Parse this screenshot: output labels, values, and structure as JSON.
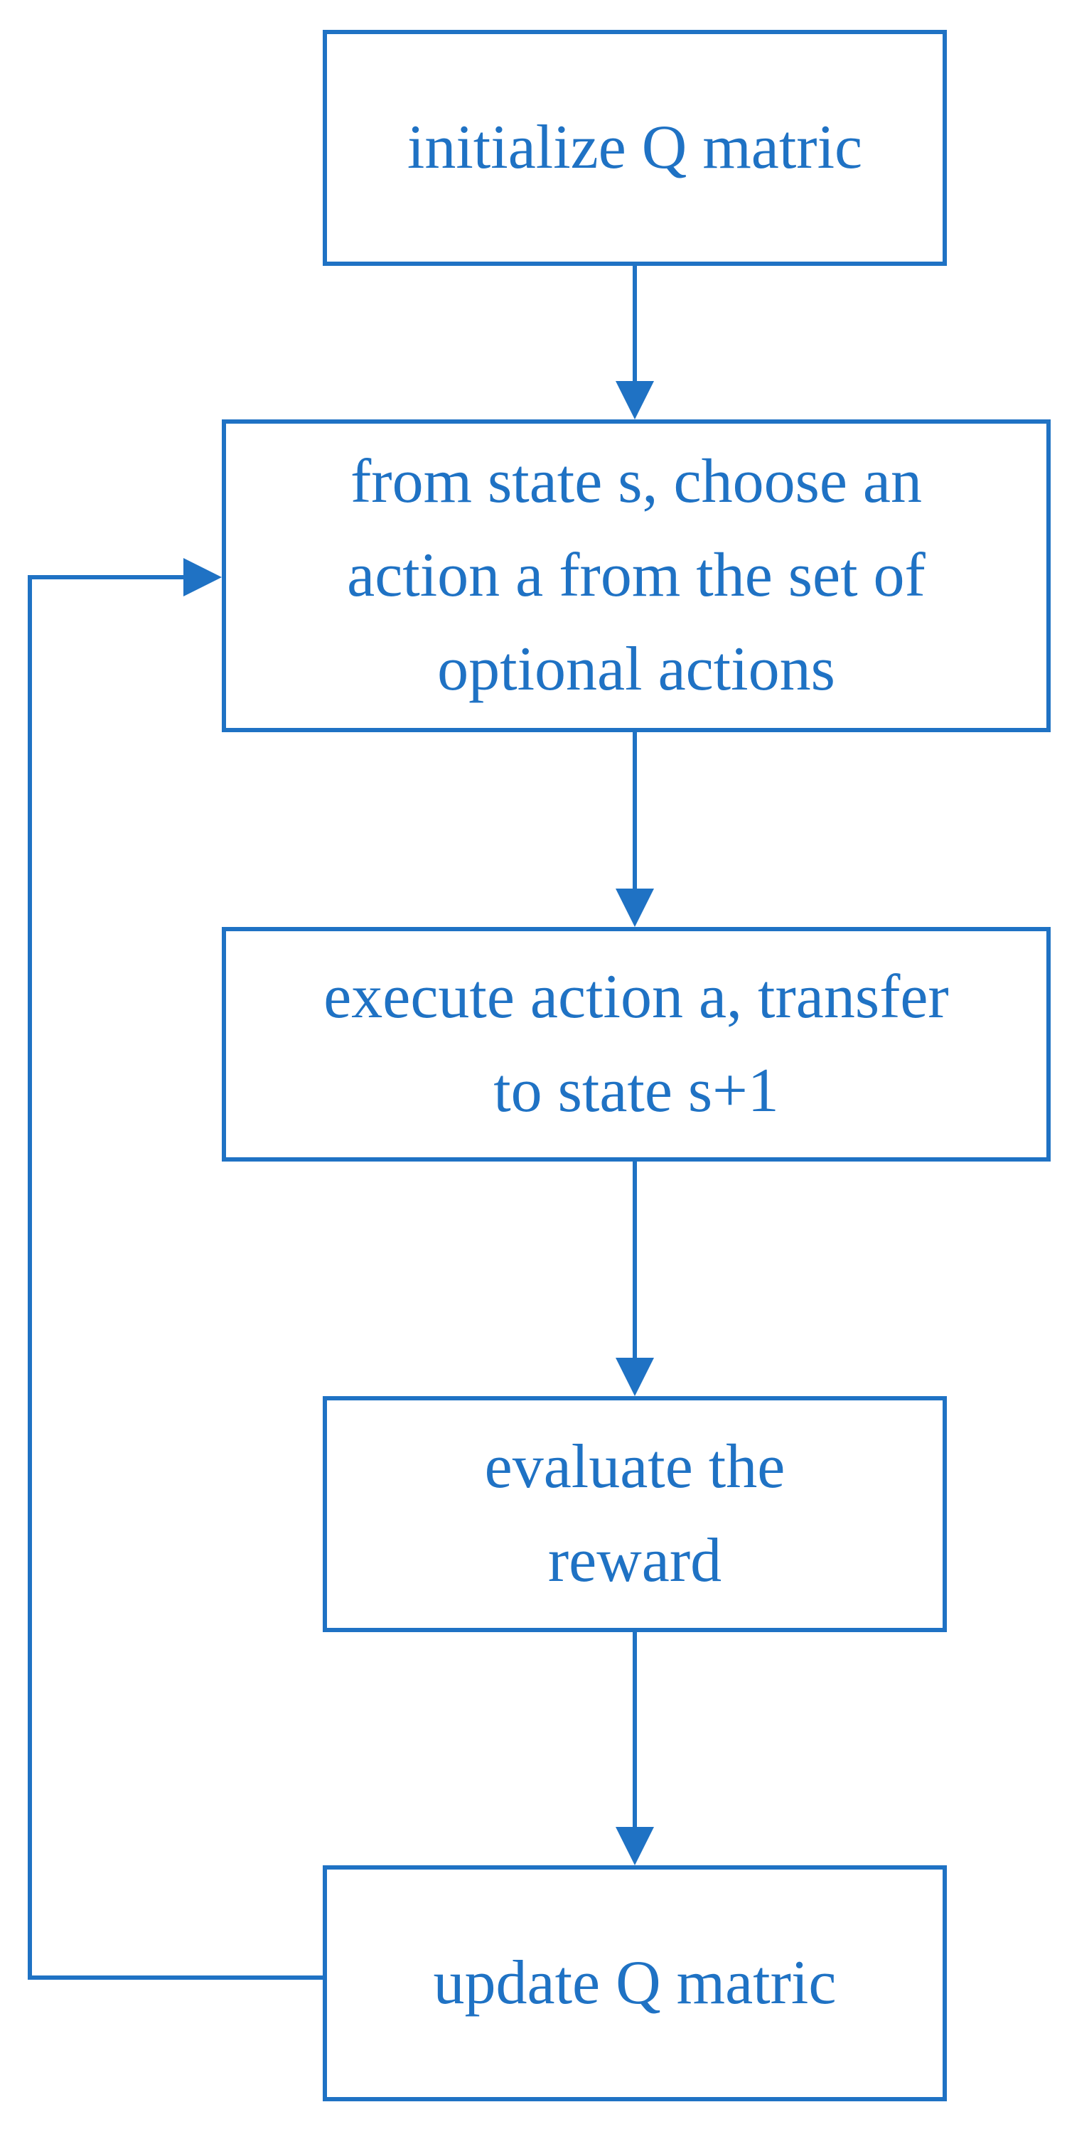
{
  "colors": {
    "stroke": "#1f72c4",
    "text": "#1f72c4",
    "background": "#ffffff"
  },
  "nodes": [
    {
      "id": "init",
      "label": "initialize Q matric"
    },
    {
      "id": "choose",
      "label": "from state s, choose an\naction a from the set of\noptional actions"
    },
    {
      "id": "execute",
      "label": "execute action a, transfer\nto state s+1"
    },
    {
      "id": "evaluate",
      "label": "evaluate the\nreward"
    },
    {
      "id": "update",
      "label": "update Q matric"
    }
  ],
  "edges": [
    {
      "from": "init",
      "to": "choose"
    },
    {
      "from": "choose",
      "to": "execute"
    },
    {
      "from": "execute",
      "to": "evaluate"
    },
    {
      "from": "evaluate",
      "to": "update"
    },
    {
      "from": "update",
      "to": "choose",
      "kind": "loop-back"
    }
  ]
}
